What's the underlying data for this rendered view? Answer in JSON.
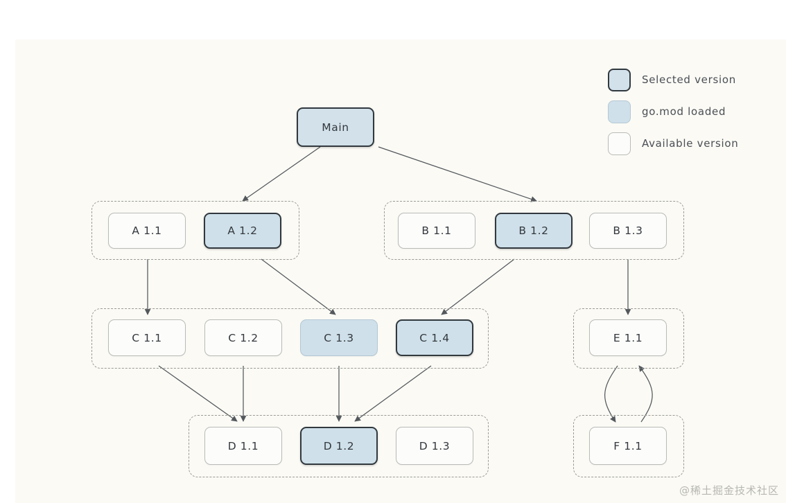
{
  "legend": {
    "items": [
      {
        "label": "Selected version",
        "style": "selected",
        "color": "#d2e1ea"
      },
      {
        "label": "go.mod loaded",
        "style": "loaded",
        "color": "#cfe0ea"
      },
      {
        "label": "Available version",
        "style": "available",
        "color": "#fcfcfa"
      }
    ]
  },
  "watermark": "@稀土掘金技术社区",
  "colors": {
    "canvas": "#fbfaf5",
    "node_fill_available": "#fcfcfa",
    "node_fill_loaded": "#cfe0ea",
    "node_fill_selected": "#d2e1ea",
    "node_border_available": "#b9bbb8",
    "node_border_selected": "#31383e",
    "group_border": "#9a9a95",
    "edge": "#53585c",
    "text": "#33383d"
  },
  "graph": {
    "root": {
      "id": "main",
      "label": "Main",
      "state": "selected"
    },
    "groups": [
      {
        "id": "group-a",
        "nodes": [
          {
            "id": "a11",
            "label": "A 1.1",
            "state": "available"
          },
          {
            "id": "a12",
            "label": "A 1.2",
            "state": "selected"
          }
        ]
      },
      {
        "id": "group-b",
        "nodes": [
          {
            "id": "b11",
            "label": "B 1.1",
            "state": "available"
          },
          {
            "id": "b12",
            "label": "B 1.2",
            "state": "selected"
          },
          {
            "id": "b13",
            "label": "B 1.3",
            "state": "available"
          }
        ]
      },
      {
        "id": "group-c",
        "nodes": [
          {
            "id": "c11",
            "label": "C 1.1",
            "state": "available"
          },
          {
            "id": "c12",
            "label": "C 1.2",
            "state": "available"
          },
          {
            "id": "c13",
            "label": "C 1.3",
            "state": "loaded"
          },
          {
            "id": "c14",
            "label": "C 1.4",
            "state": "selected"
          }
        ]
      },
      {
        "id": "group-d",
        "nodes": [
          {
            "id": "d11",
            "label": "D 1.1",
            "state": "available"
          },
          {
            "id": "d12",
            "label": "D 1.2",
            "state": "selected"
          },
          {
            "id": "d13",
            "label": "D 1.3",
            "state": "available"
          }
        ]
      },
      {
        "id": "group-e",
        "nodes": [
          {
            "id": "e11",
            "label": "E 1.1",
            "state": "available"
          }
        ]
      },
      {
        "id": "group-f",
        "nodes": [
          {
            "id": "f11",
            "label": "F 1.1",
            "state": "available"
          }
        ]
      }
    ],
    "edges": [
      {
        "from": "main",
        "to": "a12"
      },
      {
        "from": "main",
        "to": "b12"
      },
      {
        "from": "a11",
        "to": "c11"
      },
      {
        "from": "a12",
        "to": "c13"
      },
      {
        "from": "b12",
        "to": "c14"
      },
      {
        "from": "b13",
        "to": "e11"
      },
      {
        "from": "c11",
        "to": "d11"
      },
      {
        "from": "c12",
        "to": "d11"
      },
      {
        "from": "c13",
        "to": "d12"
      },
      {
        "from": "c14",
        "to": "d12"
      },
      {
        "from": "e11",
        "to": "f11"
      },
      {
        "from": "f11",
        "to": "e11"
      }
    ]
  }
}
